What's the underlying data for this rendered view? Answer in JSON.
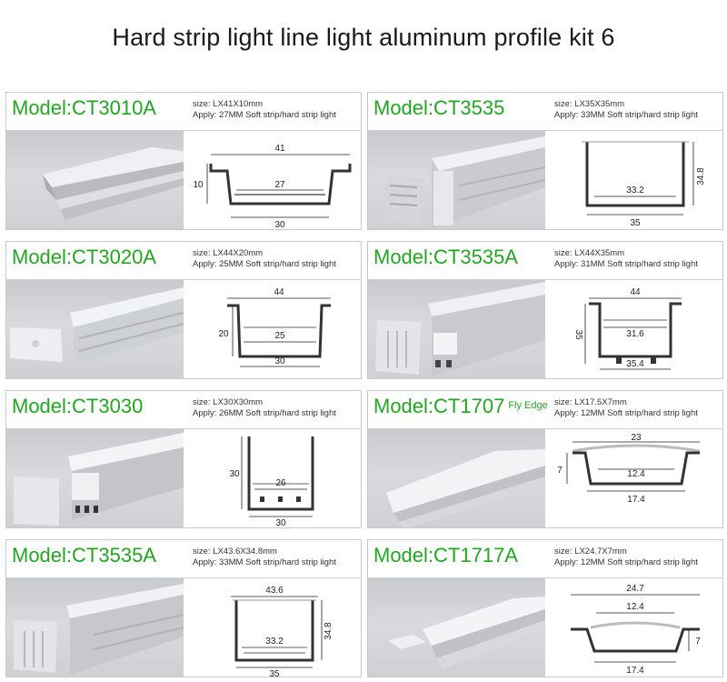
{
  "title": "Hard strip light line light aluminum profile kit 6",
  "products": [
    {
      "model": "Model:CT3010A",
      "edge": "",
      "size": "size: LX41X10mm",
      "apply": "Apply: 27MM Soft strip/hard strip light",
      "dims": [
        "41",
        "10",
        "27",
        "30"
      ]
    },
    {
      "model": "Model:CT3535",
      "edge": "",
      "size": "size: LX35X35mm",
      "apply": "Apply: 33MM Soft strip/hard strip light",
      "dims": [
        "34.8",
        "33.2",
        "35"
      ]
    },
    {
      "model": "Model:CT3020A",
      "edge": "",
      "size": "size: LX44X20mm",
      "apply": "Apply: 25MM Soft strip/hard strip light",
      "dims": [
        "44",
        "20",
        "25",
        "30"
      ]
    },
    {
      "model": "Model:CT3535A",
      "edge": "",
      "size": "size: LX44X35mm",
      "apply": "Apply: 31MM Soft strip/hard strip light",
      "dims": [
        "44",
        "35",
        "31.6",
        "35.4"
      ]
    },
    {
      "model": "Model:CT3030",
      "edge": "",
      "size": "size: LX30X30mm",
      "apply": "Apply: 26MM Soft strip/hard strip light",
      "dims": [
        "30",
        "26",
        "30"
      ]
    },
    {
      "model": "Model:CT1707",
      "edge": "Fly Edge",
      "size": "size: LX17.5X7mm",
      "apply": "Apply: 12MM Soft strip/hard strip light",
      "dims": [
        "23",
        "7",
        "12.4",
        "17.4"
      ]
    },
    {
      "model": "Model:CT3535A",
      "edge": "",
      "size": "size: LX43.6X34.8mm",
      "apply": "Apply: 33MM Soft strip/hard strip light",
      "dims": [
        "43.6",
        "34.8",
        "33.2",
        "35"
      ]
    },
    {
      "model": "Model:CT1717A",
      "edge": "",
      "size": "size: LX24.7X7mm",
      "apply": "Apply: 12MM Soft strip/hard strip light",
      "dims": [
        "24.7",
        "12.4",
        "7",
        "17.4"
      ]
    }
  ]
}
